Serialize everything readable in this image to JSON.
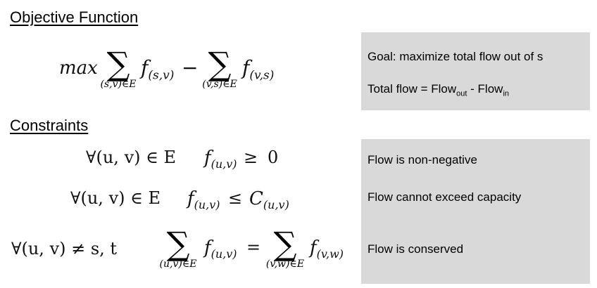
{
  "headings": {
    "objective": "Objective Function",
    "constraints": "Constraints"
  },
  "objective": {
    "max": "max",
    "sum1_sub": "(s,v)∈E",
    "term1": "f",
    "term1_sub": "(s,v)",
    "minus": "−",
    "sum2_sub": "(v,s)∈E",
    "term2": "f",
    "term2_sub": "(v,s)"
  },
  "constraints": {
    "c1": {
      "quant": "∀(u, v) ∈ E",
      "lhs": "f",
      "lhs_sub": "(u,v)",
      "rel": "≥",
      "rhs": "0"
    },
    "c2": {
      "quant": "∀(u, v) ∈ E",
      "lhs": "f",
      "lhs_sub": "(u,v)",
      "rel": "≤",
      "rhs": "C",
      "rhs_sub": "(u,v)"
    },
    "c3": {
      "quant": "∀(u, v) ≠ s, t",
      "sum1_sub": "(u,v)∈E",
      "lhs": "f",
      "lhs_sub": "(u,v)",
      "rel": "=",
      "sum2_sub": "(v,w)∈E",
      "rhs": "f",
      "rhs_sub": "(v,w)"
    }
  },
  "notes": {
    "goal": "Goal: maximize total flow out of s",
    "total_prefix": "Total flow = Flow",
    "total_out": "out",
    "total_mid": " - Flow",
    "total_in": "in",
    "nonneg": "Flow is non-negative",
    "capacity": "Flow cannot exceed capacity",
    "conserved": "Flow is conserved"
  },
  "sigma": "∑",
  "colors": {
    "panel": "#d9d9d9"
  }
}
